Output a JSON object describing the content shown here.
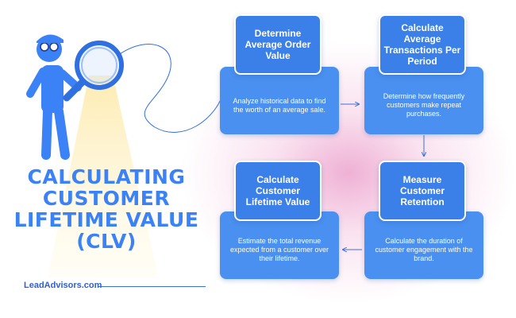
{
  "title_lines": [
    "CALCULATING",
    "CUSTOMER",
    "LIFETIME VALUE",
    "(CLV)"
  ],
  "brand": "LeadAdvisors.com",
  "steps": [
    {
      "heading": "Determine Average Order Value",
      "desc": "Analyze historical data to find the worth of an average sale."
    },
    {
      "heading": "Calculate Average Transactions Per Period",
      "desc": "Determine how frequently customers make repeat purchases."
    },
    {
      "heading": "Measure Customer Retention",
      "desc": "Calculate the duration of customer engagement with the brand."
    },
    {
      "heading": "Calculate Customer Lifetime Value",
      "desc": "Estimate the total revenue expected from a customer over their lifetime."
    }
  ],
  "colors": {
    "accent": "#3b82f6",
    "card": "#4a90f0",
    "card_head": "#3b7fe8",
    "glow": "#e270b2"
  }
}
